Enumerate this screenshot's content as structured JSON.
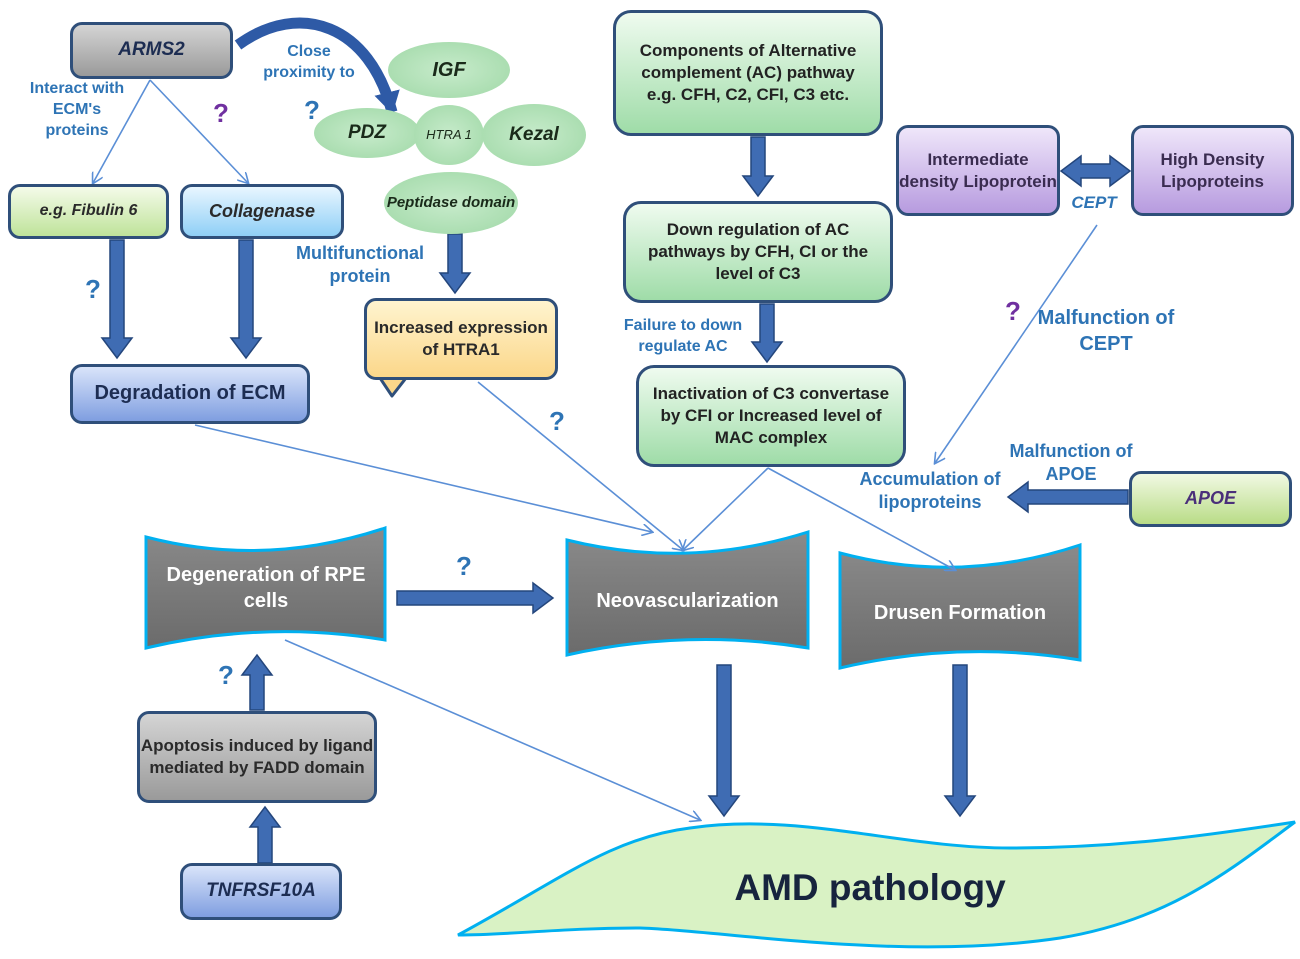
{
  "nodes": {
    "arms2": "ARMS2",
    "fibulin": "e.g. Fibulin 6",
    "collagenase": "Collagenase",
    "degradation_ecm": "Degradation of ECM",
    "igf": "IGF",
    "pdz": "PDZ",
    "htra1_core": "HTRA 1",
    "kezal": "Kezal",
    "peptidase": "Peptidase domain",
    "increased_htra1": "Increased expression of HTRA1",
    "components_ac": "Components of Alternative complement (AC) pathway e.g. CFH, C2, CFI, C3 etc.",
    "down_regulation": "Down regulation of AC pathways by CFH, CI or the level of C3",
    "inactivation_c3": "Inactivation of C3 convertase by CFI or Increased level of  MAC complex",
    "intermediate_density": "Intermediate density Lipoprotein",
    "high_density": "High Density Lipoproteins",
    "apoe": "APOE",
    "degeneration_rpe": "Degeneration of RPE cells",
    "neovascularization": "Neovascularization",
    "drusen": "Drusen Formation",
    "apoptosis": "Apoptosis induced by ligand mediated by FADD domain",
    "tnfrsf10a": "TNFRSF10A",
    "amd": "AMD pathology"
  },
  "labels": {
    "interact_ecm": "Interact with ECM's proteins",
    "close_proximity": "Close proximity to",
    "multifunctional": "Multifunctional protein",
    "failure_down": "Failure to down regulate AC",
    "cept": "CEPT",
    "malfunction_cept": "Malfunction of CEPT",
    "malfunction_apoe": "Malfunction of APOE",
    "accumulation": "Accumulation of lipoproteins"
  },
  "question_mark": "?",
  "colors": {
    "arrow": "#3f6cb3",
    "arrow_edge": "#24467c",
    "thin_line": "#5b8fd6",
    "label_blue": "#2e74b5",
    "question_purple": "#7030a0",
    "wave_fill": "#7f7f7f",
    "wave_border": "#00b0f0",
    "amd_fill": "#d9f2c4"
  }
}
